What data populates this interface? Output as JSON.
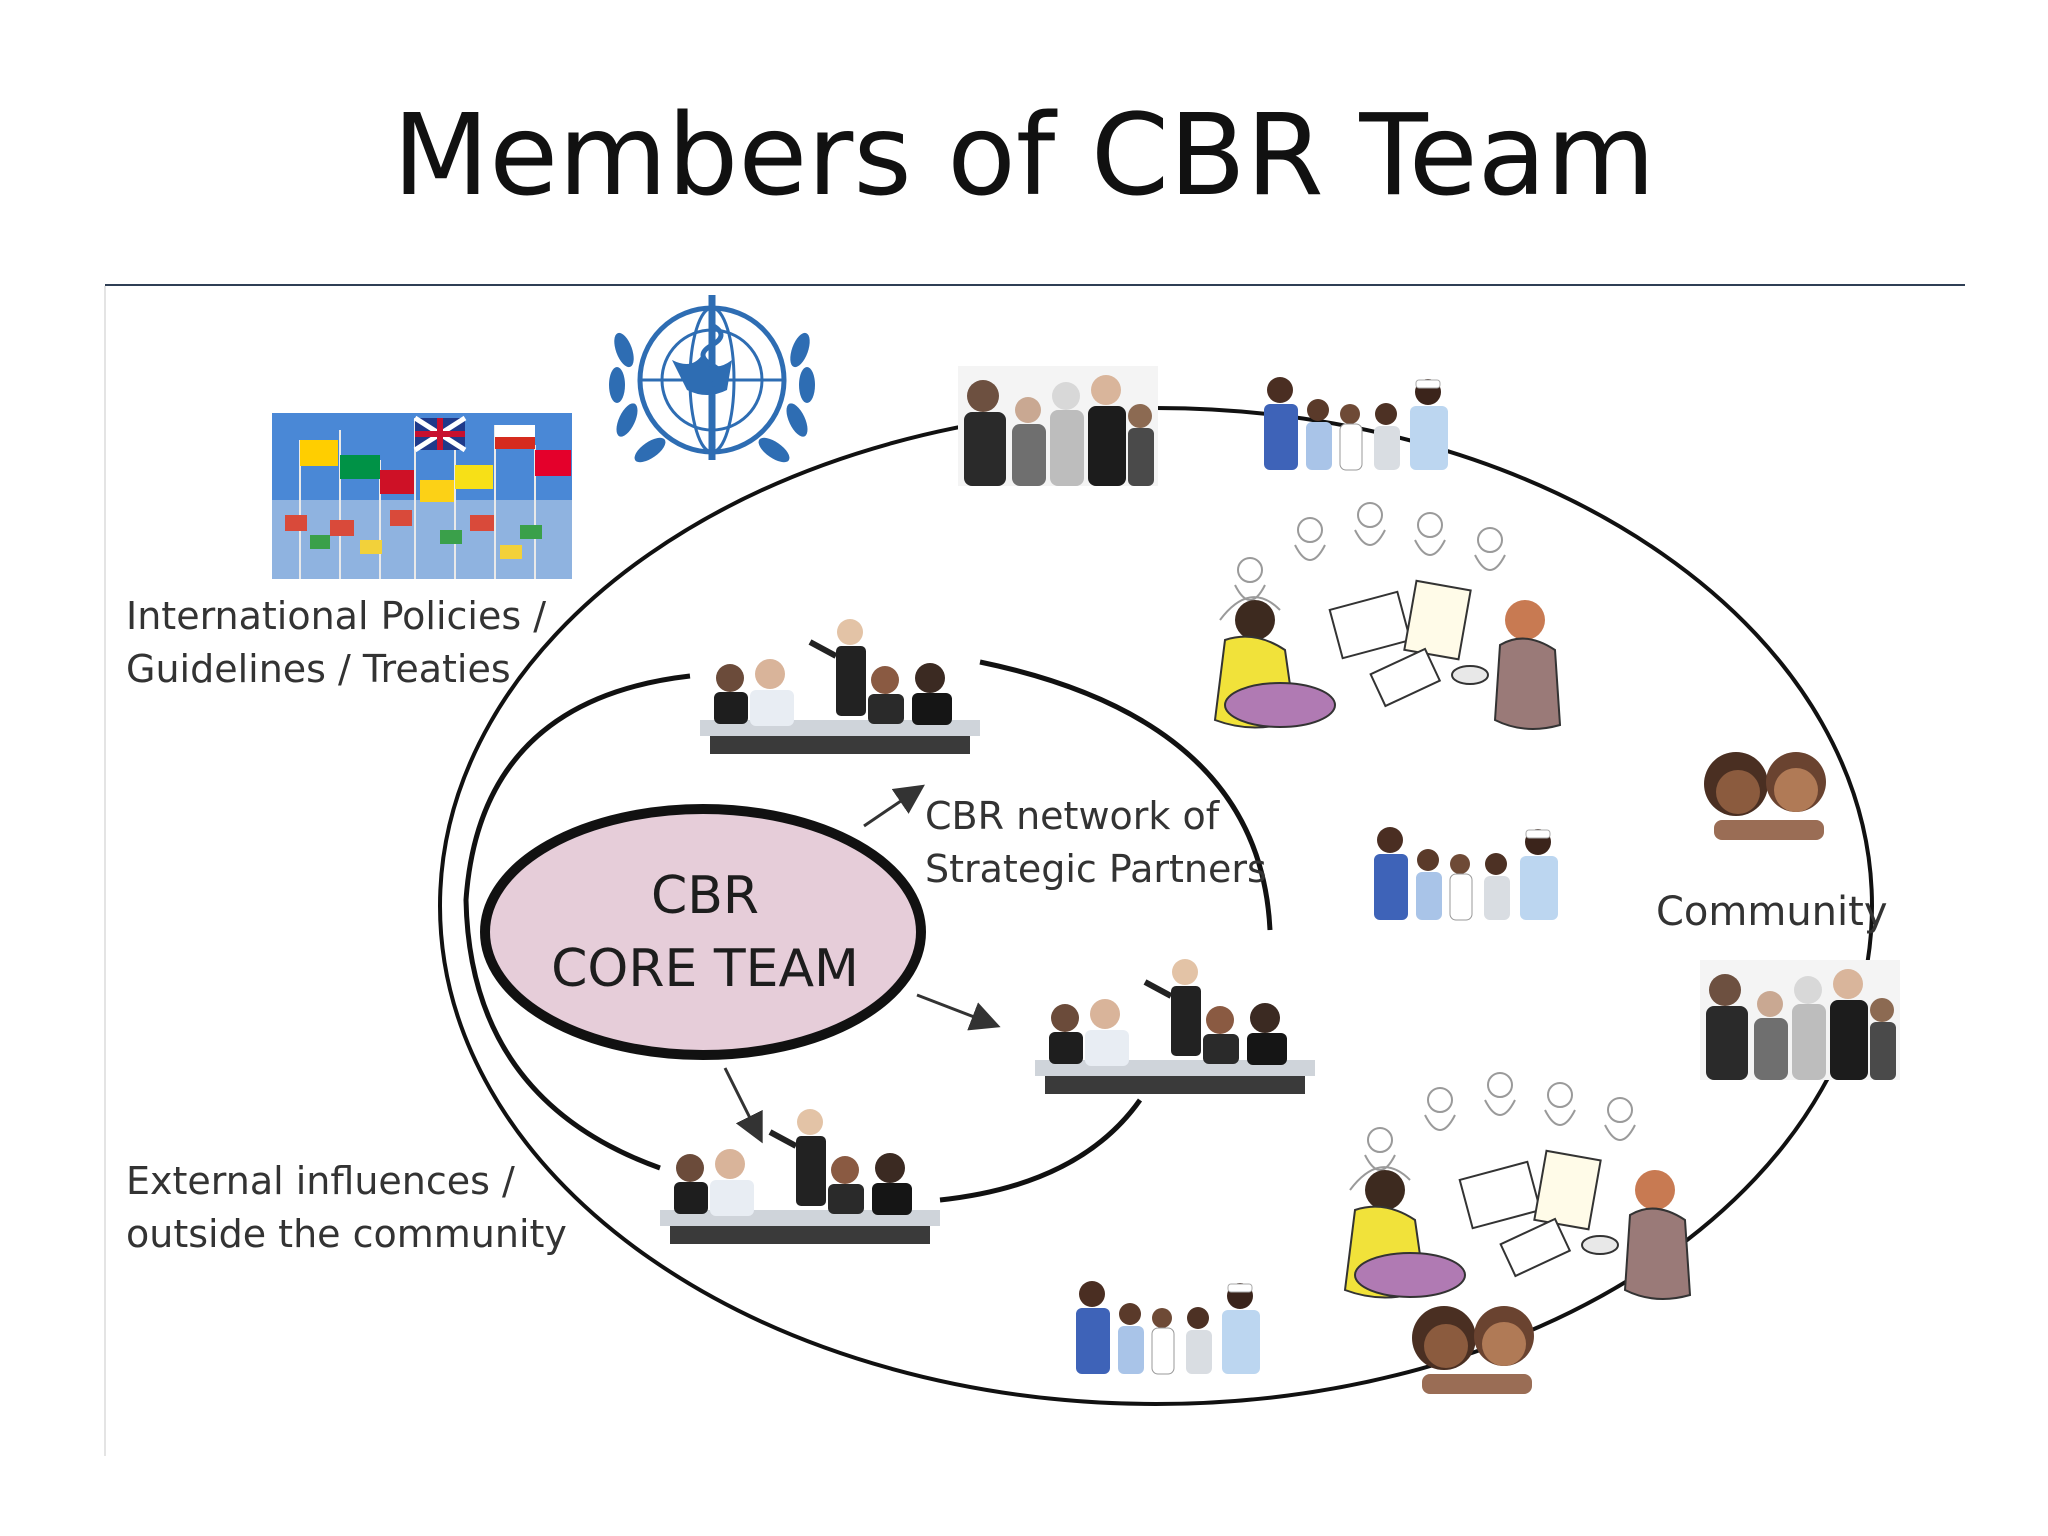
{
  "slide": {
    "title": "Members of CBR Team"
  },
  "diagram": {
    "international_label": [
      "International Policies /",
      "Guidelines / Treaties"
    ],
    "external_label": [
      "External influences /",
      "outside the community"
    ],
    "network_label": [
      "CBR network of",
      "Strategic Partners"
    ],
    "core_label": [
      "CBR",
      "CORE TEAM"
    ],
    "community_label": "Community"
  },
  "colors": {
    "core_fill": "#e6cdd9",
    "outline": "#111111",
    "rule": "#2f3f55",
    "who_blue": "#2e6db3",
    "flag_sky": "#4a88d6"
  },
  "icons": [
    "flags-photo",
    "who-emblem",
    "meeting-group-icon",
    "family-group-icon",
    "health-workers-icon",
    "community-circle-sketch",
    "couple-icon",
    "arrow-icon"
  ]
}
